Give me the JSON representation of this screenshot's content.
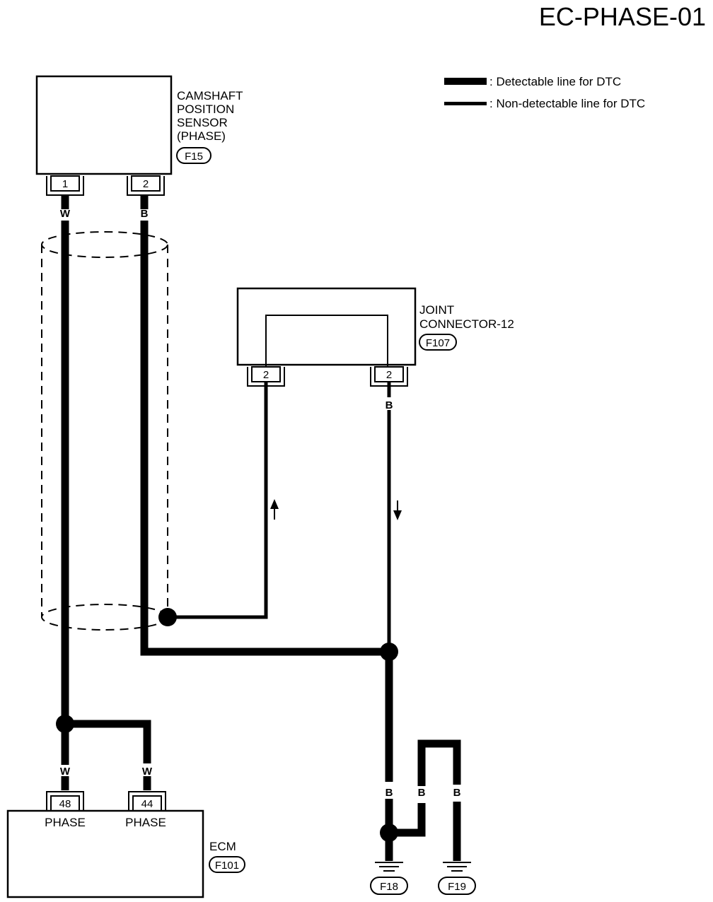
{
  "page_title": "EC-PHASE-01",
  "legend": {
    "detectable": ": Detectable line for DTC",
    "non_detectable": ": Non-detectable line for DTC"
  },
  "camshaft_sensor": {
    "name_lines": [
      "CAMSHAFT",
      "POSITION",
      "SENSOR",
      "(PHASE)"
    ],
    "connector": "F15",
    "pins": [
      "1",
      "2"
    ],
    "wire_colors": [
      "W",
      "B"
    ]
  },
  "joint_connector": {
    "name_lines": [
      "JOINT",
      "CONNECTOR-12"
    ],
    "connector": "F107",
    "pins": [
      "2",
      "2"
    ],
    "wire_color": "B"
  },
  "ecm": {
    "name": "ECM",
    "connector": "F101",
    "pins": [
      "48",
      "44"
    ],
    "pin_labels": [
      "PHASE",
      "PHASE"
    ],
    "wire_colors": [
      "W",
      "W"
    ]
  },
  "grounds": {
    "wire_colors": [
      "B",
      "B",
      "B"
    ],
    "connectors": [
      "F18",
      "F19"
    ]
  }
}
